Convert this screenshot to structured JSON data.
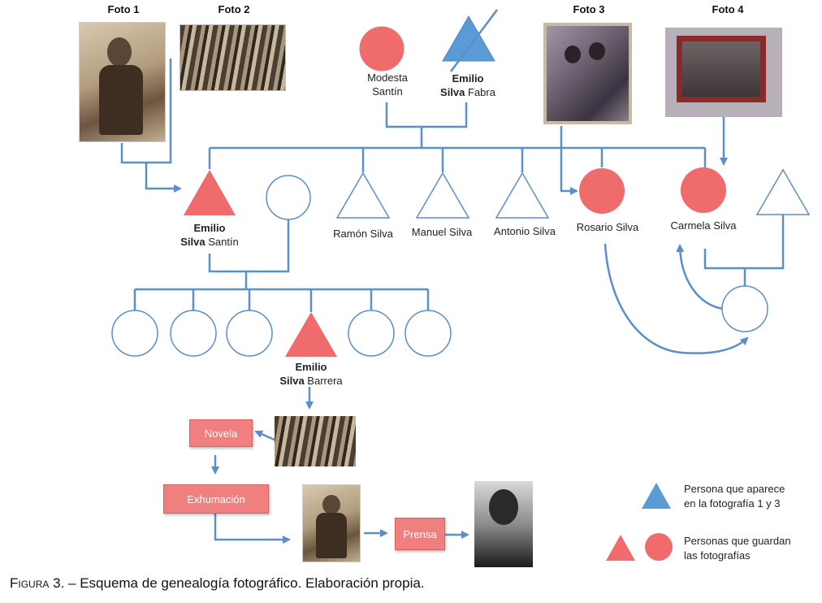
{
  "photos": {
    "foto1": "Foto 1",
    "foto2": "Foto 2",
    "foto3": "Foto 3",
    "foto4": "Foto 4"
  },
  "people": {
    "modesta": {
      "line1": "Modesta",
      "line2": "Santín"
    },
    "emilio_fabra": {
      "line1_bold": "Emilio",
      "line2_bold": "Silva",
      "line2_rest": " Fabra"
    },
    "emilio_santin": {
      "line1_bold": "Emilio",
      "line2_bold": "Silva",
      "line2_rest": " Santín"
    },
    "ramon": "Ramón Silva",
    "manuel": "Manuel Silva",
    "antonio": "Antonio Silva",
    "rosario": "Rosario Silva",
    "carmela": "Carmela Silva",
    "emilio_barrera": {
      "line1_bold": "Emilio",
      "line2_bold": "Silva",
      "line2_rest": " Barrera"
    }
  },
  "boxes": {
    "novela": "Novela",
    "exhumacion": "Exhumación",
    "prensa": "Prensa"
  },
  "legend": {
    "blue_line1": "Persona que aparece",
    "blue_line2": "en la fotografía 1 y 3",
    "red_line1": "Personas que guardan",
    "red_line2": "las fotografías"
  },
  "caption": {
    "prefix": "Figura 3.",
    "text": " – Esquema de genealogía fotográfico. Elaboración propia."
  },
  "colors": {
    "line": "#5b8fc9",
    "red": "#f06b6b",
    "blue": "#5b9bd5"
  }
}
